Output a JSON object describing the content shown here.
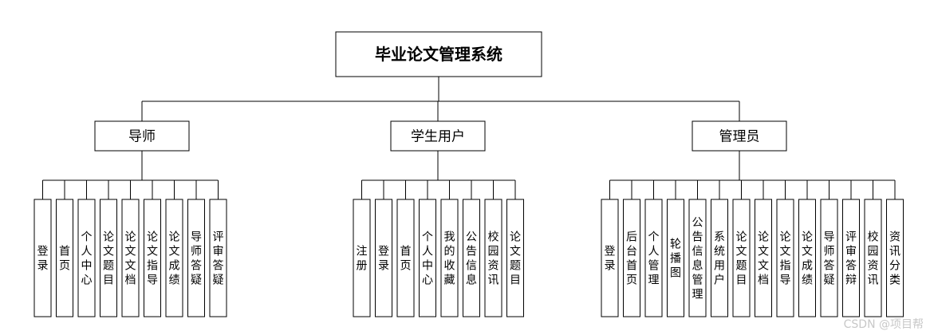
{
  "root": {
    "label": "毕业论文管理系统"
  },
  "groups": [
    {
      "label": "导师",
      "items": [
        "登录",
        "首页",
        "个人中心",
        "论文题目",
        "论文文档",
        "论文指导",
        "论文成绩",
        "导师答疑",
        "评审答疑"
      ]
    },
    {
      "label": "学生用户",
      "items": [
        "注册",
        "登录",
        "首页",
        "个人中心",
        "我的收藏",
        "公告信息",
        "校园资讯",
        "论文题目"
      ]
    },
    {
      "label": "管理员",
      "items": [
        "登录",
        "后台首页",
        "个人管理",
        "轮播图",
        "公告信息管理",
        "系统用户",
        "论文题目",
        "论文文档",
        "论文指导",
        "论文成绩",
        "导师答疑",
        "评审答辩",
        "校园资讯",
        "资讯分类"
      ]
    }
  ],
  "watermark": "CSDN @项目帮"
}
